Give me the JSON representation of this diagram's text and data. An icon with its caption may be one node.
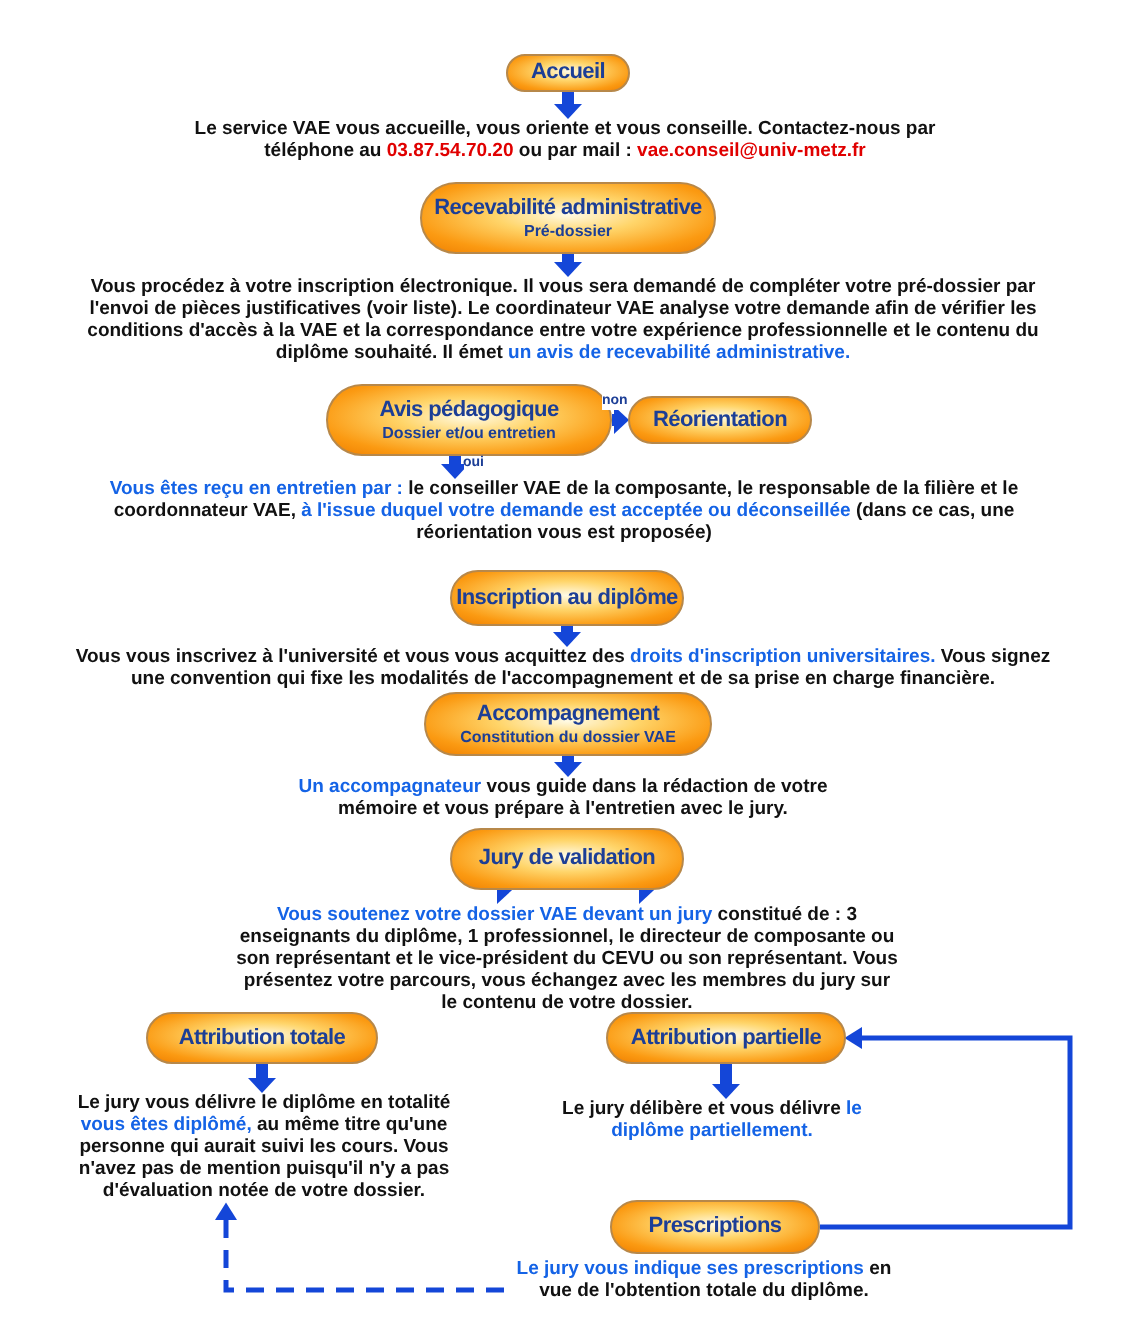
{
  "diagram": {
    "nodes": [
      {
        "text": [
          "Accueil"
        ]
      },
      {
        "text": [
          "Le service VAE vous accueille, vous oriente et vous conseille. Contactez-nous par téléphone au **03.87.54.70.20** ou par mail : **vae.conseil@univ-metz.fr**"
        ]
      },
      {
        "text": [
          "Recevabilité administrative",
          "Pré-dossier"
        ]
      },
      {
        "text": [
          "Vous procédez à votre inscription électronique. Il vous sera demandé de compléter votre pré-dossier par l'envoi de pièces justificatives (voir liste). Le coordinateur VAE analyse votre demande afin de vérifier les conditions d'accès à la VAE et la correspondance entre votre expérience professionnelle et le contenu du diplôme souhaité. Il émet **un avis de recevabilité administrative.**"
        ]
      },
      {
        "text": [
          "Avis pédagogique",
          "Dossier et/ou entretien"
        ]
      },
      {
        "text": [
          "Réorientation"
        ]
      },
      {
        "text": [
          "**Vous êtes reçu en entretien par :** le conseiller VAE de la composante, le responsable de la filière et le coordonnateur VAE, **à l'issue duquel votre demande est acceptée ou déconseillée** (dans ce cas, une réorientation vous est proposée)"
        ]
      },
      {
        "text": [
          "Inscription au diplôme"
        ]
      },
      {
        "text": [
          "Vous vous inscrivez à l'université et vous vous acquittez des **droits d'inscription universitaires.** Vous signez une convention qui fixe les modalités de l'accompagnement et de sa prise en charge financière."
        ]
      },
      {
        "text": [
          "Accompagnement",
          "Constitution du dossier VAE"
        ]
      },
      {
        "text": [
          "**Un accompagnateur** vous guide dans la rédaction de votre mémoire et vous prépare à l'entretien avec le jury."
        ]
      },
      {
        "text": [
          "Jury de validation"
        ]
      },
      {
        "text": [
          "**Vous soutenez votre dossier VAE devant un jury** constitué de : 3 enseignants du diplôme, 1 professionnel, le directeur de composante ou son représentant et le vice-président du CEVU ou son représentant. Vous présentez votre parcours, vous échangez avec les membres du jury sur le contenu de votre dossier."
        ]
      },
      {
        "text": [
          "Attribution totale"
        ]
      },
      {
        "text": [
          "Le jury vous délivre le diplôme en totalité **vous êtes diplômé,** au même titre qu'une personne qui aurait suivi les cours. Vous n'avez pas de mention puisqu'il n'y a pas d'évaluation notée de votre dossier."
        ]
      },
      {
        "text": [
          "Attribution partielle"
        ]
      },
      {
        "text": [
          "Le jury délibère et vous délivre **le diplôme partiellement.**"
        ]
      },
      {
        "text": [
          "Prescriptions"
        ]
      },
      {
        "text": [
          "**Le jury vous indique ses prescriptions** en vue de l'obtention totale du diplôme."
        ]
      }
    ],
    "edges": [
      {
        "from": 0,
        "to": 1,
        "arrow": "to"
      },
      {
        "from": 2,
        "to": 3,
        "arrow": "to"
      },
      {
        "from": 4,
        "to": 5,
        "arrow": "to",
        "label": "non"
      },
      {
        "from": 4,
        "to": 6,
        "arrow": "to",
        "label": "oui"
      },
      {
        "from": 7,
        "to": 8,
        "arrow": "to"
      },
      {
        "from": 9,
        "to": 10,
        "arrow": "to"
      },
      {
        "from": 11,
        "to": 12,
        "arrow": "to"
      },
      {
        "from": 11,
        "to": 12,
        "arrow": "to"
      },
      {
        "from": 13,
        "to": 14,
        "arrow": "to"
      },
      {
        "from": 15,
        "to": 16,
        "arrow": "to"
      },
      {
        "from": 17,
        "to": 15,
        "arrow": "to"
      },
      {
        "from": 18,
        "to": 14,
        "arrow": "to",
        "style": "dashed"
      }
    ]
  }
}
